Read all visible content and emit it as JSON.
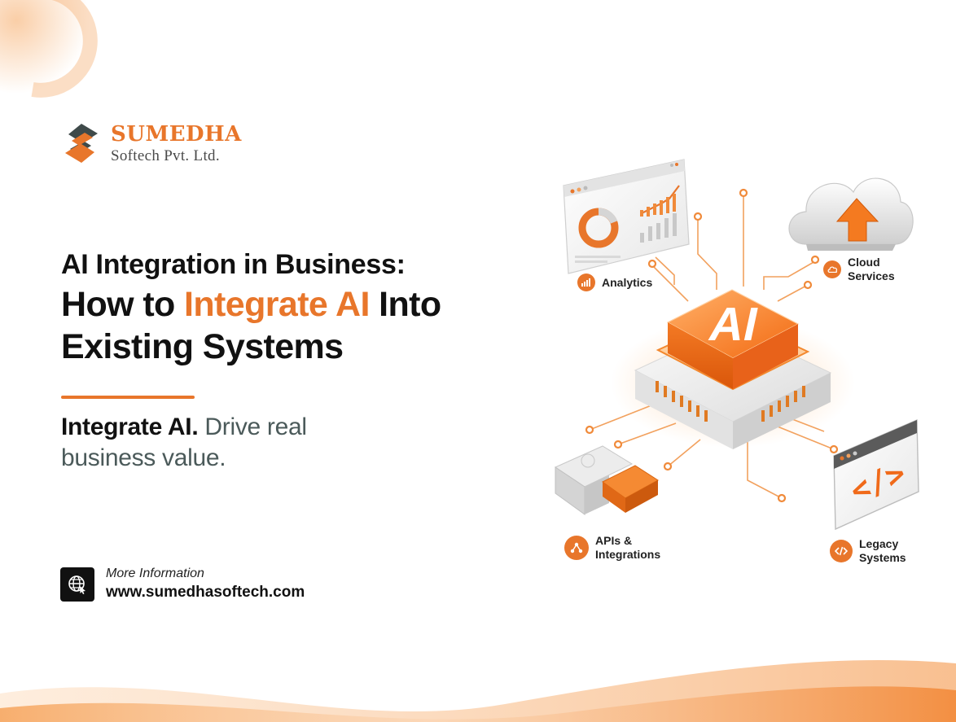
{
  "brand": {
    "name": "SUMEDHA",
    "subtitle": "Softech Pvt. Ltd.",
    "accent_color": "#e8762b"
  },
  "headline": {
    "line1": "AI Integration in Business:",
    "line2_prefix": "How to ",
    "line2_accent": "Integrate AI",
    "line2_suffix": " Into",
    "line3": "Existing Systems"
  },
  "tagline": {
    "strong": "Integrate AI.",
    "rest": " Drive real business value."
  },
  "info": {
    "label": "More Information",
    "url": "www.sumedhasoftech.com",
    "icon": "globe-icon"
  },
  "illustration": {
    "chip_label": "AI",
    "nodes": [
      {
        "id": "analytics",
        "label_line1": "Analytics",
        "label_line2": "",
        "icon": "bar-chart-icon"
      },
      {
        "id": "cloud",
        "label_line1": "Cloud",
        "label_line2": "Services",
        "icon": "cloud-icon"
      },
      {
        "id": "apis",
        "label_line1": "APIs &",
        "label_line2": "Integrations",
        "icon": "share-nodes-icon"
      },
      {
        "id": "legacy",
        "label_line1": "Legacy",
        "label_line2": "Systems",
        "icon": "code-icon"
      }
    ],
    "code_glyph": "</>"
  }
}
